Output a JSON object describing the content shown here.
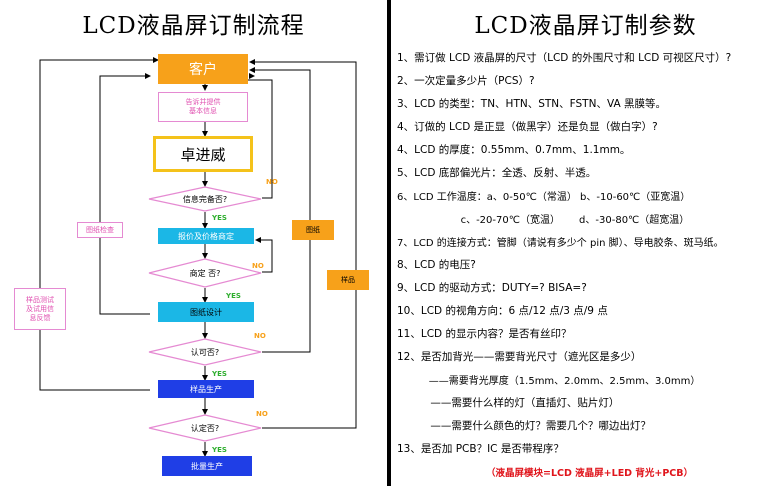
{
  "left": {
    "title": "LCD液晶屏订制流程",
    "nodes": {
      "customer": "客户",
      "provide_info": "告诉并提供\n基本信息",
      "company": "卓进威",
      "info_complete": "信息完备否?",
      "quote": "报价及价格商定",
      "agreed": "商定 否?",
      "drawing_design": "图纸设计",
      "approved": "认可否?",
      "sample_production": "样品生产",
      "confirmed": "认定否?",
      "mass_production": "批量生产",
      "drawing_check": "图纸检查",
      "sample_test": "样品测试\n及试用信\n息反馈",
      "drawing": "图纸",
      "sample": "样品"
    },
    "yes": "YES",
    "no": "NO"
  },
  "right": {
    "title": "LCD液晶屏订制参数",
    "lines": [
      "1、需订做 LCD 液晶屏的尺寸（LCD 的外围尺寸和 LCD 可视区尺寸）?",
      "2、一次定量多少片（PCS）?",
      "3、LCD 的类型：TN、HTN、STN、FSTN、VA 黑膜等。",
      "4、订做的 LCD 是正显（做黑字）还是负显（做白字）?",
      "4、LCD 的厚度：0.55mm、0.7mm、1.1mm。",
      "5、LCD 底部偏光片：全透、反射、半透。",
      "6、LCD  工作温度：a、0-50℃（常温）      b、-10-60℃（亚宽温）",
      "                    c、-20-70℃（宽温）      d、-30-80℃（超宽温）",
      "7、LCD 的连接方式：管脚（请说有多少个 pin 脚）、导电胶条、斑马纸。",
      "8、LCD 的电压?",
      "9、LCD 的驱动方式：DUTY=?   BISA=?",
      "10、LCD 的视角方向：6 点/12 点/3 点/9 点",
      "11、LCD 的显示内容？是否有丝印？",
      "12、是否加背光——需要背光尺寸（遮光区是多少）",
      "          ——需要背光厚度（1.5mm、2.0mm、2.5mm、3.0mm）",
      "          ——需要什么样的灯（直插灯、贴片灯）",
      "          ——需要什么颜色的灯？需要几个？哪边出灯？",
      "13、是否加 PCB？IC 是否带程序？"
    ],
    "footer": "（液晶屏模块=LCD 液晶屏+LED 背光+PCB）"
  },
  "colors": {
    "orange": "#f7a11a",
    "cyan": "#1bb7e6",
    "blue": "#1f3ee6",
    "green": "#2fae2f",
    "pink": "#e58ad2",
    "yellow": "#f4c21a"
  }
}
